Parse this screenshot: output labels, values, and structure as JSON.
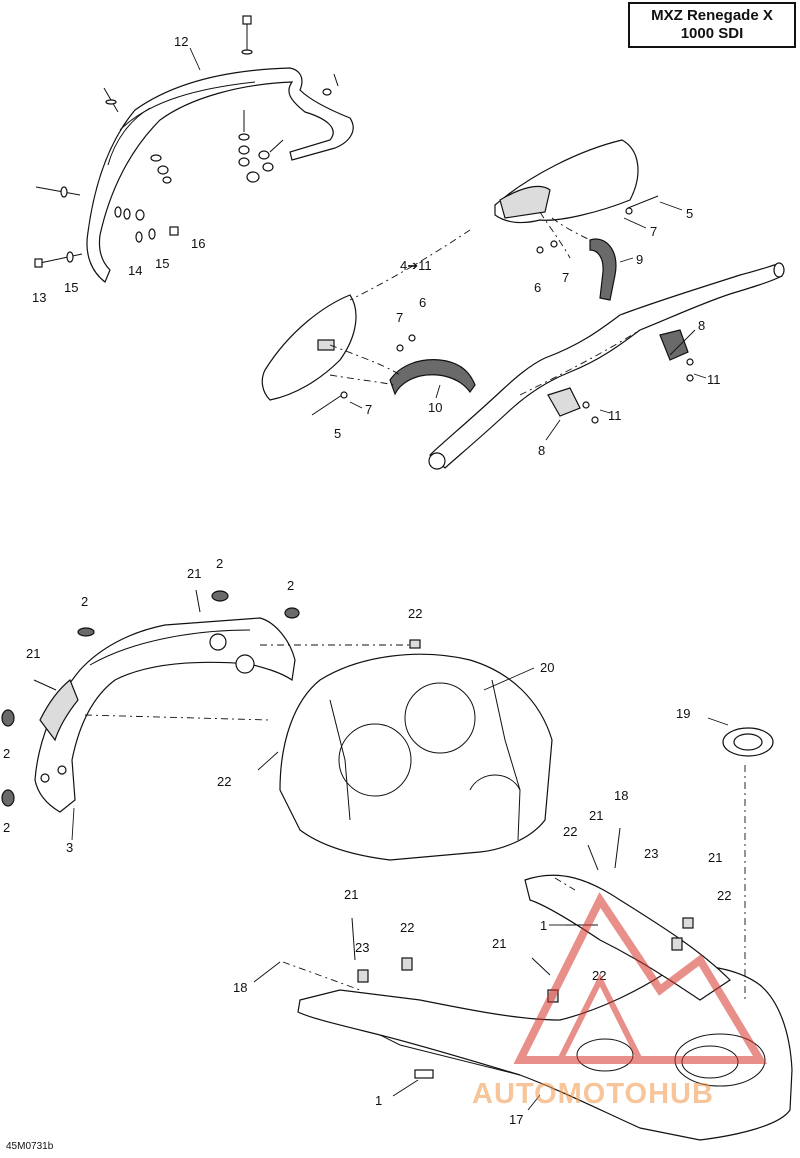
{
  "title": {
    "line1": "MXZ Renegade X",
    "line2": "1000 SDI"
  },
  "drawing_number": "45M0731b",
  "watermark": "AUTOMOTOHUB",
  "callouts": {
    "c12": "12",
    "c13": "13",
    "c15a": "15",
    "c14": "14",
    "c15b": "15",
    "c16": "16",
    "c5a": "5",
    "c7a": "7",
    "c7b": "7",
    "c6a": "6",
    "c9": "9",
    "c4to11": "4➔11",
    "c7c": "7",
    "c6b": "6",
    "c8a": "8",
    "c11a": "11",
    "c7d": "7",
    "c10": "10",
    "c5b": "5",
    "c11b": "11",
    "c8b": "8",
    "c2a": "2",
    "c21a": "21",
    "c2b": "2",
    "c2c": "2",
    "c21b": "21",
    "c22a": "22",
    "c20": "20",
    "c2d": "2",
    "c2e": "2",
    "c3": "3",
    "c22b": "22",
    "c19": "19",
    "c18a": "18",
    "c21c": "21",
    "c22c": "22",
    "c23a": "23",
    "c21d": "21",
    "c22d": "22",
    "c1a": "1",
    "c21e": "21",
    "c22e": "22",
    "c23b": "23",
    "c18b": "18",
    "c21f": "21",
    "c22f": "22",
    "c1b": "1",
    "c17": "17"
  }
}
